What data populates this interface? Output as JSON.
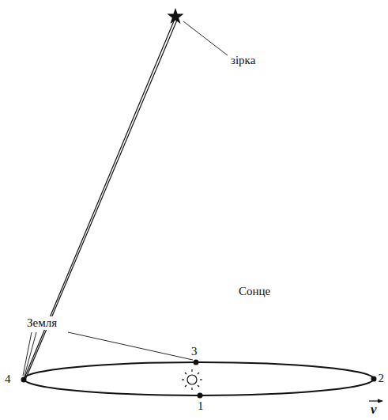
{
  "diagram": {
    "labels": [
      "зірка",
      "Земля",
      "Сонце",
      "3",
      "4",
      "2",
      "1",
      "v"
    ]
  }
}
